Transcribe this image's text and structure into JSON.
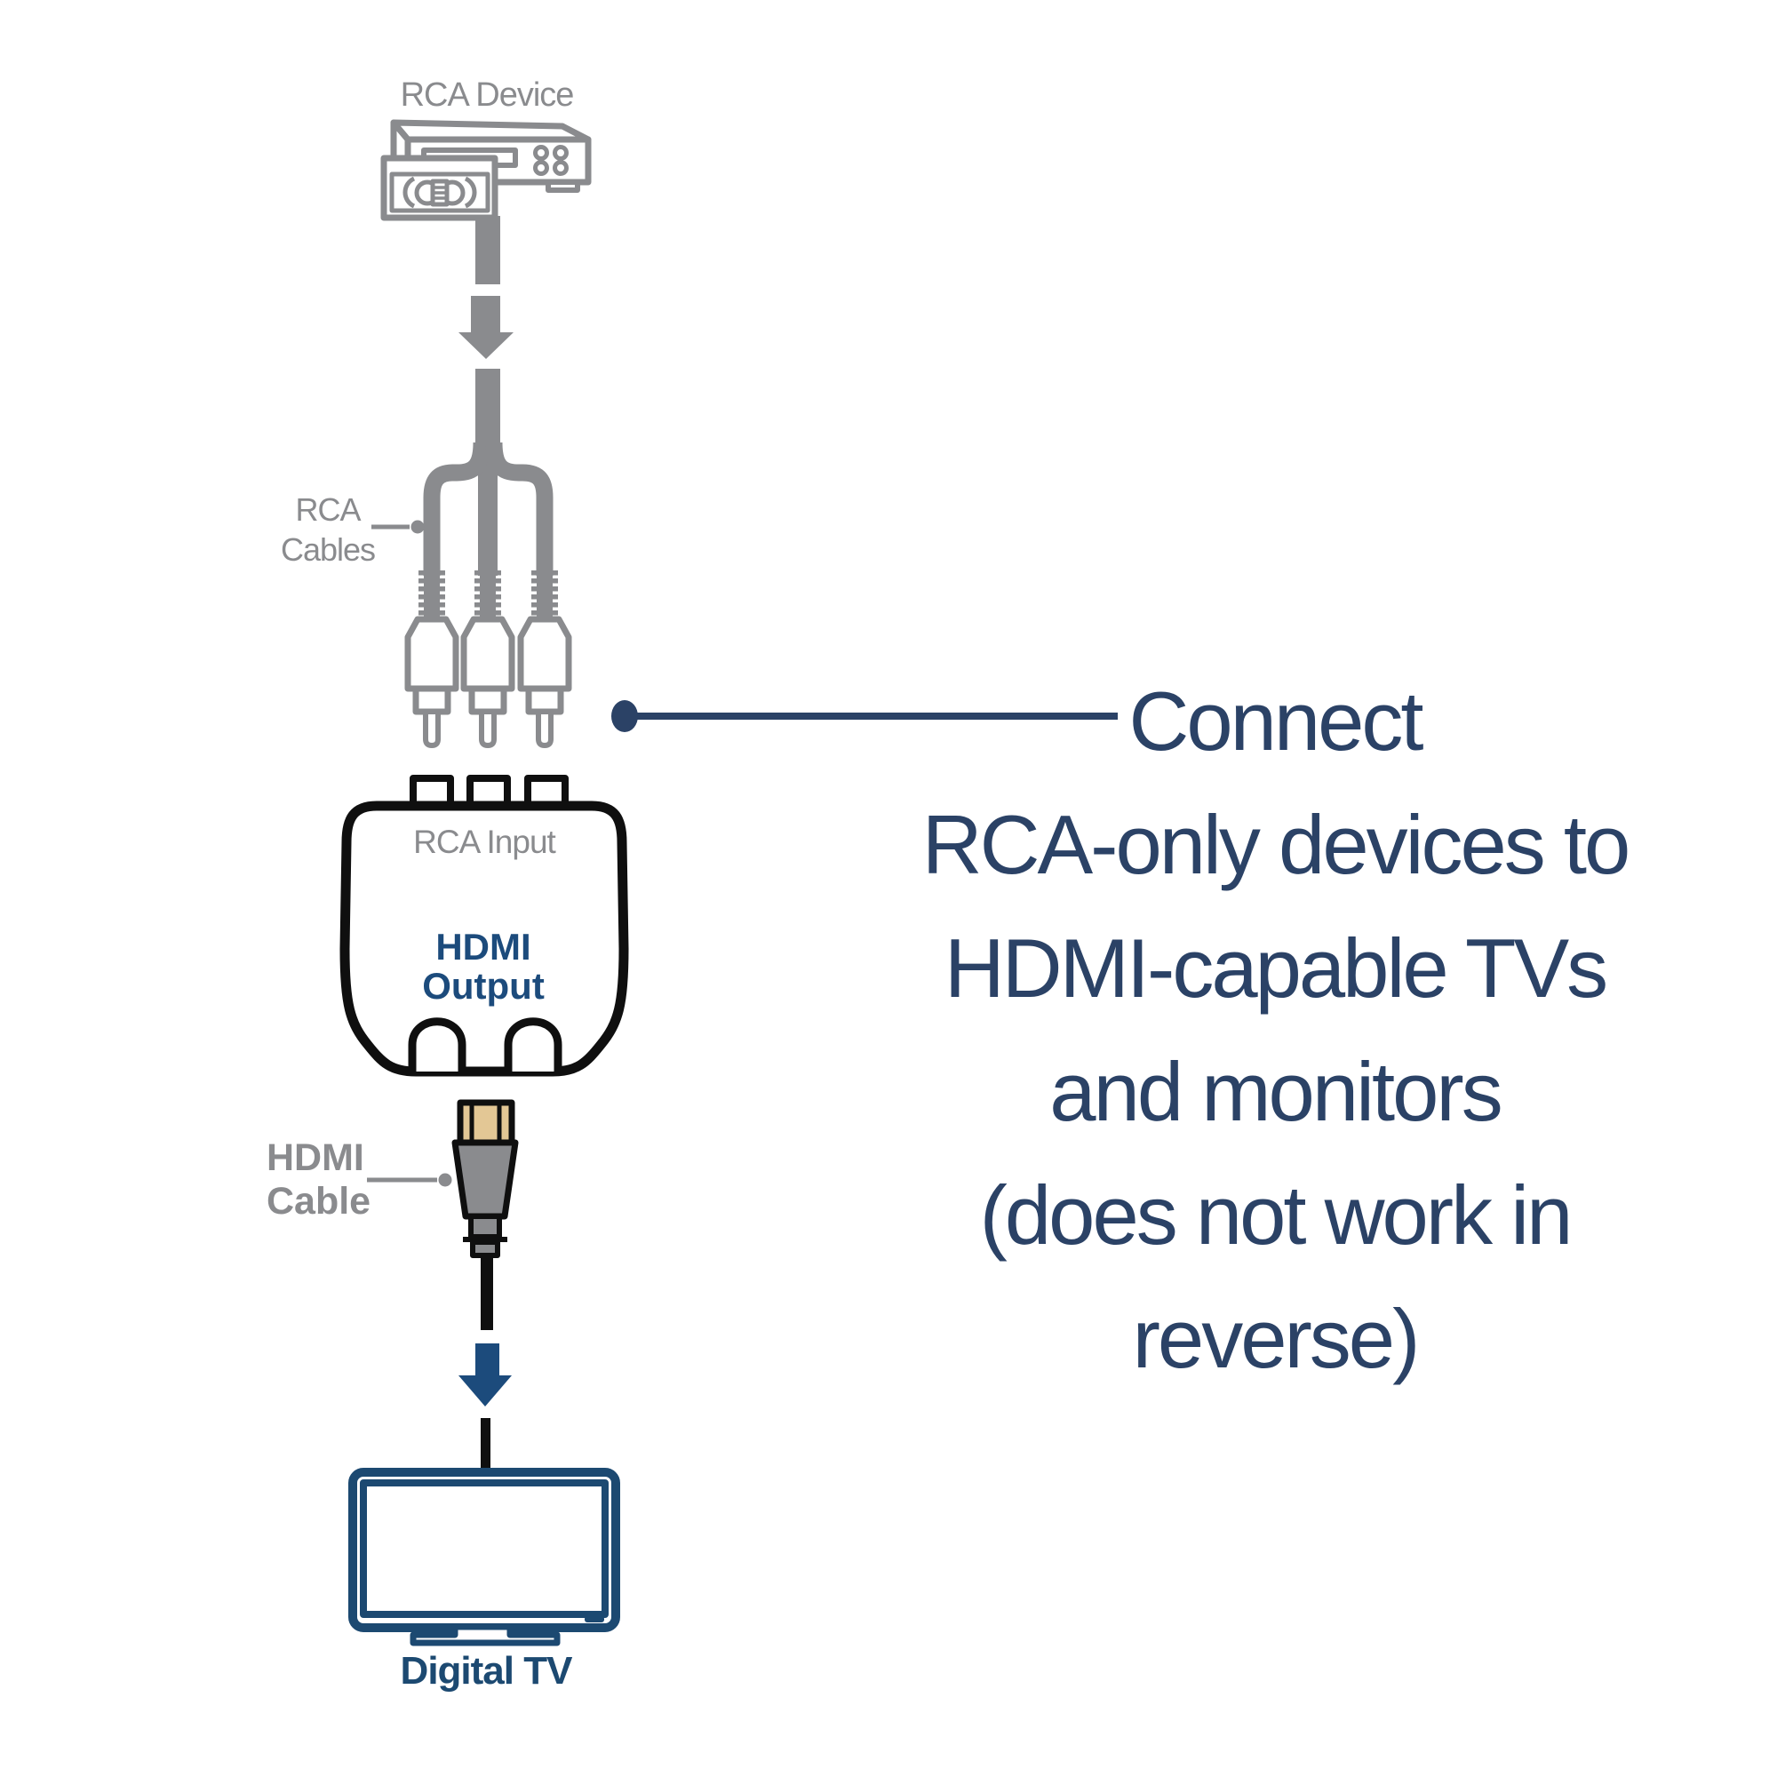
{
  "title": "RCA to HDMI converter connection diagram",
  "colors": {
    "gray": "#8a8b8e",
    "black": "#0f0f0f",
    "navy": "#2b4266",
    "blue": "#1c4b7c",
    "tvblue": "#1c4971",
    "gold": "#e3c795",
    "bg": "#ffffff"
  },
  "labels": {
    "rca_device": "RCA Device",
    "rca_cables": "RCA\nCables",
    "rca_input": "RCA Input",
    "hdmi_output": "HDMI\nOutput",
    "hdmi_cable": "HDMI\nCable",
    "digital_tv": "Digital TV"
  },
  "callout": {
    "text": "Connect\nRCA-only devices to\nHDMI-capable TVs\nand monitors\n(does not work in\nreverse)"
  },
  "icons": {
    "rca_device": "vcr-with-vhs-tape-icon",
    "flow_arrow_gray": "arrow-down-icon",
    "rca_plugs": "three-rca-connectors-icon",
    "converter": "rca-to-hdmi-converter-box-icon",
    "hdmi_connector": "hdmi-plug-icon",
    "flow_arrow_blue": "arrow-down-icon",
    "digital_tv": "flat-screen-tv-icon",
    "leader_marker": "dot-with-line"
  }
}
